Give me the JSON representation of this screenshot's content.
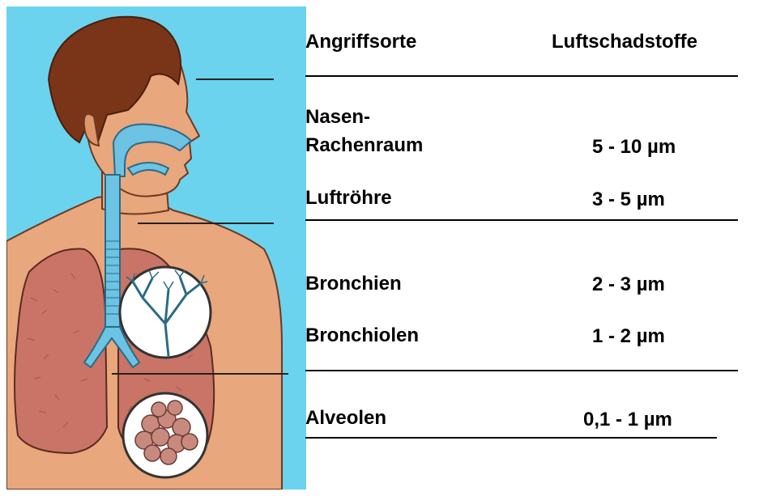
{
  "headers": {
    "location": "Angriffsorte",
    "pollutants": "Luftschadstoffe"
  },
  "rows": [
    {
      "label_line1": "Nasen-",
      "label_line2": "Rachenraum",
      "size": "5 - 10 µm"
    },
    {
      "label": "Luftröhre",
      "size": "3 - 5 µm"
    },
    {
      "label": "Bronchien",
      "size": "2 - 3 µm"
    },
    {
      "label": "Bronchiolen",
      "size": "1 - 2 µm"
    },
    {
      "label": "Alveolen",
      "size": "0,1 - 1 µm"
    }
  ],
  "colors": {
    "background_panel": "#6cd3ee",
    "skin": "#e8a77c",
    "hair": "#7a3518",
    "airway": "#6cc3e3",
    "lung": "#c97466"
  }
}
